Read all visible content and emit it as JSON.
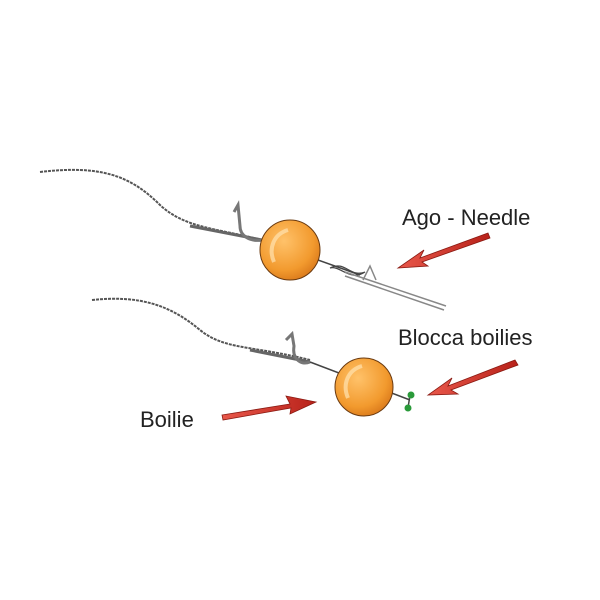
{
  "labels": {
    "needle": "Ago - Needle",
    "boilie_stop": "Blocca boilies",
    "boilie": "Boilie"
  },
  "colors": {
    "boilie": "#f29a2e",
    "arrow": "#d8342a",
    "bead": "#2a9a3a",
    "line": "#555555"
  }
}
